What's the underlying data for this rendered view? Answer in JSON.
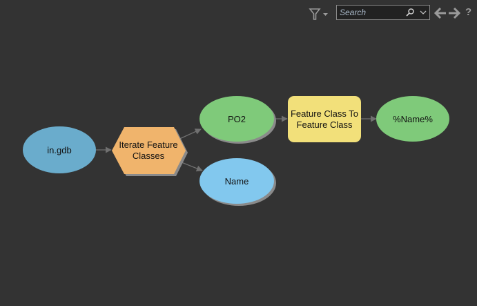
{
  "toolbar": {
    "filter_icon": "filter-icon",
    "search_placeholder": "Search",
    "search_value": "",
    "back_icon": "arrow-left-icon",
    "forward_icon": "arrow-right-icon",
    "help_label": "?"
  },
  "colors": {
    "background": "#333333",
    "input_data": "#6aaccc",
    "iterator": "#f0b46c",
    "derived_data": "#7fca7a",
    "variable": "#82c8ee",
    "tool": "#f2e07a"
  },
  "nodes": {
    "in_gdb": {
      "label": "in.gdb"
    },
    "iterate": {
      "line1": "Iterate Feature",
      "line2": "Classes"
    },
    "po2": {
      "label": "PO2"
    },
    "name": {
      "label": "Name"
    },
    "fc_to_fc": {
      "line1": "Feature Class To",
      "line2": "Feature Class"
    },
    "name_out": {
      "label": "%Name%"
    }
  }
}
